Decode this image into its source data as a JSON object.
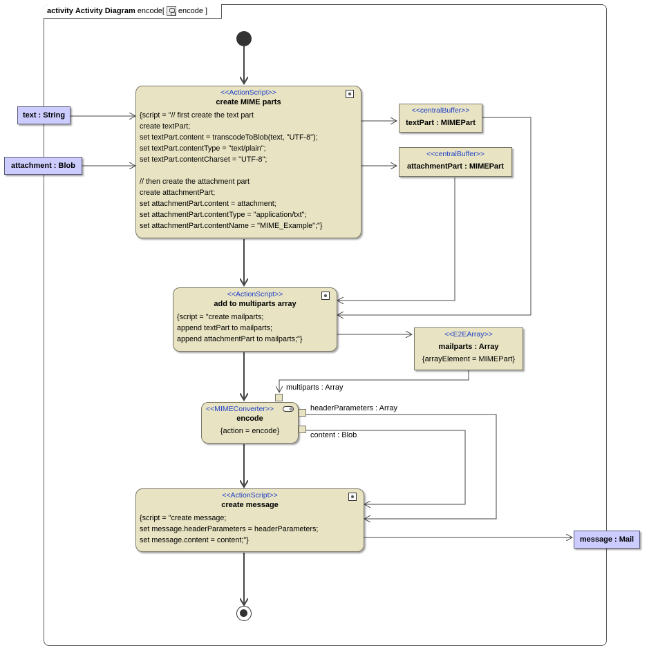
{
  "frame": {
    "kind": "activity",
    "diagram_type": "Activity Diagram",
    "name": "encode[",
    "activity": "encode",
    "close": "]"
  },
  "nodes": {
    "create_mime_parts": {
      "stereotype": "<<ActionScript>>",
      "name": "create MIME parts",
      "script": "{script = \"// first create the text part\ncreate textPart;\nset textPart.content = transcodeToBlob(text, \"UTF-8\");\nset textPart.contentType = \"text/plain\";\nset textPart.contentCharset = \"UTF-8\";\n\n// then create the attachment part\ncreate attachmentPart;\nset attachmentPart.content = attachment;\nset attachmentPart.contentType = \"application/txt\";\nset attachmentPart.contentName = \"MIME_Example\";\"}"
    },
    "add_to_multiparts": {
      "stereotype": "<<ActionScript>>",
      "name": "add to multiparts array",
      "script": "{script = \"create mailparts;\nappend textPart to mailparts;\nappend attachmentPart to mailparts;\"}"
    },
    "encode": {
      "stereotype": "<<MIMEConverter>>",
      "name": "encode",
      "constraint": "{action = encode}"
    },
    "create_message": {
      "stereotype": "<<ActionScript>>",
      "name": "create message",
      "script": "{script = \"create message;\nset message.headerParameters = headerParameters;\nset message.content = content;\"}"
    }
  },
  "parameters": {
    "text": "text : String",
    "attachment": "attachment : Blob",
    "message": "message : Mail"
  },
  "buffers": {
    "textPart": {
      "stereotype": "<<centralBuffer>>",
      "name": "textPart : MIMEPart"
    },
    "attachmentPart": {
      "stereotype": "<<centralBuffer>>",
      "name": "attachmentPart : MIMEPart"
    },
    "mailparts": {
      "stereotype": "<<E2EArray>>",
      "name": "mailparts : Array",
      "constraint": "{arrayElement = MIMEPart}"
    }
  },
  "pins": {
    "multiparts": "multiparts : Array",
    "headerParameters": "headerParameters : Array",
    "content": "content : Blob"
  },
  "colors": {
    "action_fill": "#e8e3c2",
    "parameter_fill": "#ccccff",
    "stereotype_text": "#1f3fc9",
    "line": "#444444"
  }
}
